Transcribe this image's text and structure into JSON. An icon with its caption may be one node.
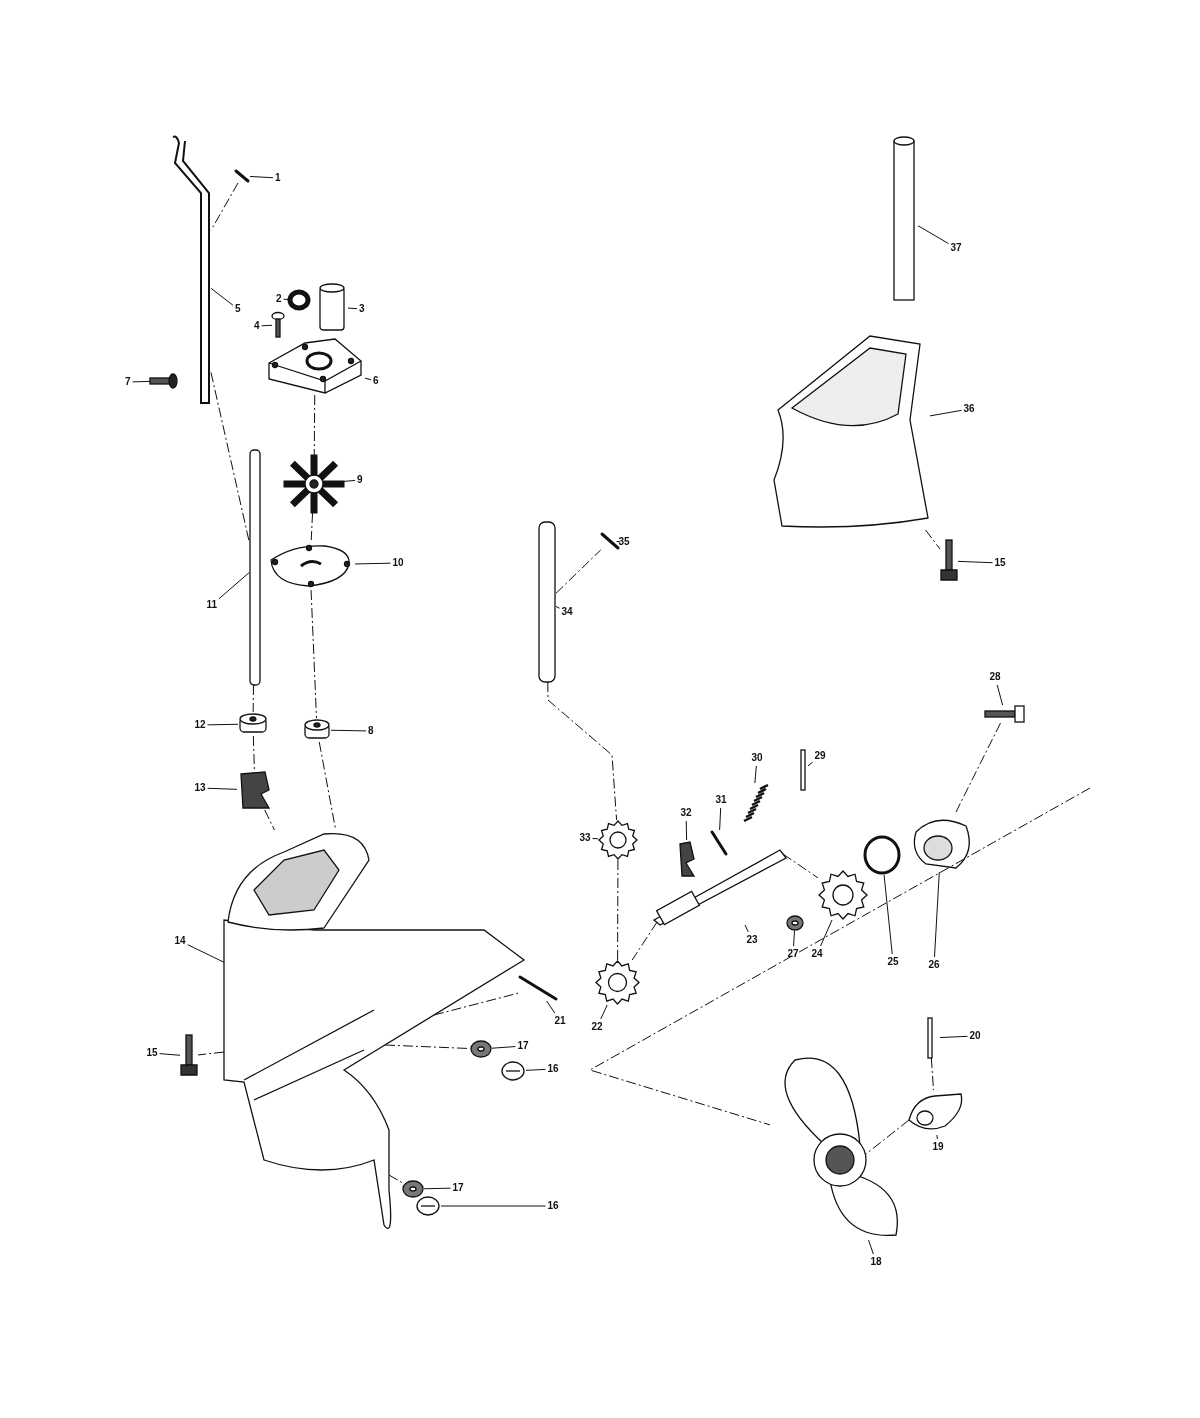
{
  "diagram": {
    "nodes": [
      {
        "text": [
          "1"
        ]
      },
      {
        "text": [],
        "shape": "picture"
      },
      {
        "text": [
          "2"
        ]
      },
      {
        "text": [],
        "shape": "circle"
      },
      {
        "text": [
          "3"
        ]
      },
      {
        "text": [],
        "shape": "cylinder"
      },
      {
        "text": [
          "4"
        ]
      },
      {
        "text": [],
        "shape": "picture"
      },
      {
        "text": [
          "5"
        ]
      },
      {
        "text": [],
        "shape": "picture"
      },
      {
        "text": [
          "6"
        ]
      },
      {
        "text": [],
        "shape": "picture"
      },
      {
        "text": [
          "7"
        ]
      },
      {
        "text": [],
        "shape": "picture"
      },
      {
        "text": [
          "9"
        ]
      },
      {
        "text": [],
        "shape": "picture"
      },
      {
        "text": [
          "10"
        ]
      },
      {
        "text": [],
        "shape": "picture"
      },
      {
        "text": [
          "11"
        ]
      },
      {
        "text": [],
        "shape": "bar"
      },
      {
        "text": [
          "12"
        ]
      },
      {
        "text": [],
        "shape": "cylinder"
      },
      {
        "text": [
          "8"
        ]
      },
      {
        "text": [],
        "shape": "cylinder"
      },
      {
        "text": [
          "13"
        ]
      },
      {
        "text": [],
        "shape": "box"
      },
      {
        "text": [
          "14"
        ]
      },
      {
        "text": [],
        "shape": "picture"
      },
      {
        "text": [
          "15"
        ]
      },
      {
        "text": [],
        "shape": "picture"
      },
      {
        "text": [
          "17"
        ]
      },
      {
        "text": [],
        "shape": "picture"
      },
      {
        "text": [
          "16"
        ]
      },
      {
        "text": [],
        "shape": "picture"
      },
      {
        "text": [
          "17"
        ]
      },
      {
        "text": [],
        "shape": "picture"
      },
      {
        "text": [
          "16"
        ]
      },
      {
        "text": [],
        "shape": "picture"
      },
      {
        "text": [
          "37"
        ]
      },
      {
        "text": [],
        "shape": "cylinder"
      },
      {
        "text": [
          "36"
        ]
      },
      {
        "text": [],
        "shape": "picture"
      },
      {
        "text": [
          "35"
        ]
      },
      {
        "text": [],
        "shape": "picture"
      },
      {
        "text": [
          "34"
        ]
      },
      {
        "text": [],
        "shape": "bar"
      },
      {
        "text": [
          "15"
        ]
      },
      {
        "text": [],
        "shape": "picture"
      },
      {
        "text": [
          "28"
        ]
      },
      {
        "text": [],
        "shape": "picture"
      },
      {
        "text": [
          "29"
        ]
      },
      {
        "text": [],
        "shape": "bar"
      },
      {
        "text": [
          "30"
        ]
      },
      {
        "text": [],
        "shape": "picture"
      },
      {
        "text": [
          "31"
        ]
      },
      {
        "text": [],
        "shape": "picture"
      },
      {
        "text": [
          "32"
        ]
      },
      {
        "text": [],
        "shape": "picture"
      },
      {
        "text": [
          "33"
        ]
      },
      {
        "text": [],
        "shape": "picture"
      },
      {
        "text": [
          "26"
        ]
      },
      {
        "text": [],
        "shape": "picture"
      },
      {
        "text": [
          "25"
        ]
      },
      {
        "text": [],
        "shape": "circle"
      },
      {
        "text": [
          "24"
        ]
      },
      {
        "text": [],
        "shape": "picture"
      },
      {
        "text": [
          "27"
        ]
      },
      {
        "text": [],
        "shape": "picture"
      },
      {
        "text": [
          "23"
        ]
      },
      {
        "text": [],
        "shape": "picture"
      },
      {
        "text": [
          "22"
        ]
      },
      {
        "text": [],
        "shape": "picture"
      },
      {
        "text": [
          "21"
        ]
      },
      {
        "text": [],
        "shape": "picture"
      },
      {
        "text": [
          "20"
        ]
      },
      {
        "text": [],
        "shape": "bar"
      },
      {
        "text": [
          "19"
        ]
      },
      {
        "text": [],
        "shape": "picture"
      },
      {
        "text": [
          "18"
        ]
      },
      {
        "text": [],
        "shape": "picture"
      }
    ],
    "edges": [
      {
        "from": 0,
        "to": 1,
        "arrow": "none"
      },
      {
        "from": 2,
        "to": 3,
        "arrow": "none"
      },
      {
        "from": 4,
        "to": 5,
        "arrow": "none"
      },
      {
        "from": 6,
        "to": 7,
        "arrow": "none"
      },
      {
        "from": 8,
        "to": 9,
        "arrow": "none"
      },
      {
        "from": 10,
        "to": 11,
        "arrow": "none"
      },
      {
        "from": 12,
        "to": 13,
        "arrow": "none"
      },
      {
        "from": 14,
        "to": 15,
        "arrow": "none"
      },
      {
        "from": 16,
        "to": 17,
        "arrow": "none"
      },
      {
        "from": 18,
        "to": 19,
        "arrow": "none"
      },
      {
        "from": 20,
        "to": 21,
        "arrow": "none"
      },
      {
        "from": 22,
        "to": 23,
        "arrow": "none"
      },
      {
        "from": 24,
        "to": 25,
        "arrow": "none"
      },
      {
        "from": 26,
        "to": 27,
        "arrow": "none"
      },
      {
        "from": 28,
        "to": 29,
        "arrow": "none"
      },
      {
        "from": 30,
        "to": 31,
        "arrow": "none"
      },
      {
        "from": 32,
        "to": 33,
        "arrow": "none"
      },
      {
        "from": 34,
        "to": 35,
        "arrow": "none"
      },
      {
        "from": 36,
        "to": 37,
        "arrow": "none"
      },
      {
        "from": 38,
        "to": 39,
        "arrow": "none"
      },
      {
        "from": 40,
        "to": 41,
        "arrow": "none"
      },
      {
        "from": 42,
        "to": 43,
        "arrow": "none"
      },
      {
        "from": 44,
        "to": 45,
        "arrow": "none"
      },
      {
        "from": 46,
        "to": 47,
        "arrow": "none"
      },
      {
        "from": 48,
        "to": 49,
        "arrow": "none"
      },
      {
        "from": 50,
        "to": 51,
        "arrow": "none"
      },
      {
        "from": 52,
        "to": 53,
        "arrow": "none"
      },
      {
        "from": 54,
        "to": 55,
        "arrow": "none"
      },
      {
        "from": 56,
        "to": 57,
        "arrow": "none"
      },
      {
        "from": 58,
        "to": 59,
        "arrow": "none"
      },
      {
        "from": 60,
        "to": 61,
        "arrow": "none"
      },
      {
        "from": 62,
        "to": 63,
        "arrow": "none"
      },
      {
        "from": 64,
        "to": 65,
        "arrow": "none"
      },
      {
        "from": 66,
        "to": 67,
        "arrow": "none"
      },
      {
        "from": 68,
        "to": 69,
        "arrow": "none"
      },
      {
        "from": 70,
        "to": 71,
        "arrow": "none"
      },
      {
        "from": 72,
        "to": 73,
        "arrow": "none"
      },
      {
        "from": 74,
        "to": 75,
        "arrow": "none"
      },
      {
        "from": 76,
        "to": 77,
        "arrow": "none"
      },
      {
        "from": 78,
        "to": 79,
        "arrow": "none"
      },
      {
        "from": 1,
        "to": 9,
        "arrow": "none",
        "style": "dashed"
      },
      {
        "from": 9,
        "to": 19,
        "arrow": "none",
        "style": "dashed"
      },
      {
        "from": 11,
        "to": 15,
        "arrow": "none",
        "style": "dashed"
      },
      {
        "from": 15,
        "to": 17,
        "arrow": "none",
        "style": "dashed"
      },
      {
        "from": 17,
        "to": 23,
        "arrow": "none",
        "style": "dashed"
      },
      {
        "from": 23,
        "to": 27,
        "arrow": "none",
        "style": "dashed"
      },
      {
        "from": 19,
        "to": 21,
        "arrow": "none",
        "style": "dashed"
      },
      {
        "from": 21,
        "to": 25,
        "arrow": "none",
        "style": "dashed"
      },
      {
        "from": 25,
        "to": 27,
        "arrow": "none",
        "style": "dashed"
      },
      {
        "from": 27,
        "to": 29,
        "arrow": "none",
        "style": "dashed"
      },
      {
        "from": 45,
        "to": 43,
        "arrow": "none",
        "style": "dashed"
      },
      {
        "from": 45,
        "to": 59,
        "arrow": "none",
        "style": "dashed"
      },
      {
        "from": 59,
        "to": 71,
        "arrow": "none",
        "style": "dashed"
      },
      {
        "from": 41,
        "to": 47,
        "arrow": "none",
        "style": "dashed"
      },
      {
        "from": 27,
        "to": 73,
        "arrow": "none",
        "style": "dashed"
      },
      {
        "from": 27,
        "to": 31,
        "arrow": "none",
        "style": "dashed"
      },
      {
        "from": 27,
        "to": 35,
        "arrow": "none",
        "style": "dashed"
      },
      {
        "from": 69,
        "to": 71,
        "arrow": "none",
        "style": "dashed"
      },
      {
        "from": 69,
        "to": 65,
        "arrow": "none",
        "style": "dashed"
      },
      {
        "from": null,
        "to": 79,
        "arrow": "none",
        "style": "dashed"
      },
      {
        "from": 49,
        "to": 61,
        "arrow": "none",
        "style": "dashed"
      },
      {
        "from": 75,
        "to": 77,
        "arrow": "none",
        "style": "dashed"
      },
      {
        "from": 77,
        "to": 79,
        "arrow": "none",
        "style": "dashed"
      }
    ]
  }
}
